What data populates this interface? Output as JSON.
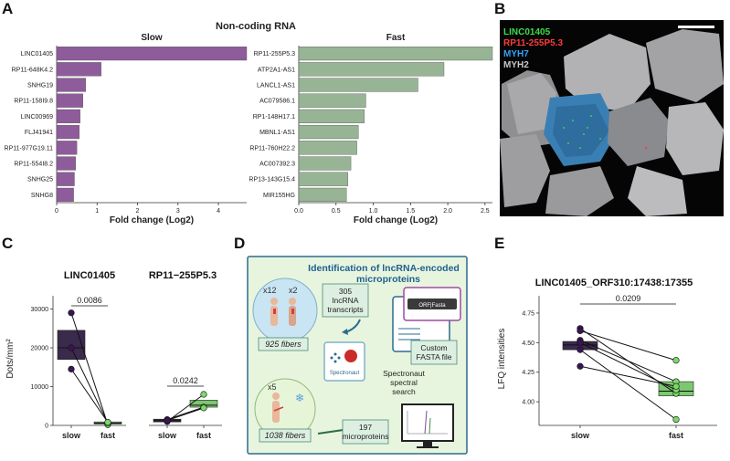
{
  "panels": {
    "a": "A",
    "b": "B",
    "c": "C",
    "d": "D",
    "e": "E"
  },
  "colors": {
    "slow_bar": "#8e5c9a",
    "fast_bar": "#97b594",
    "slow_box": "#3a2a4c",
    "fast_box": "#7cc870",
    "slow_dot": "#3a1555",
    "fast_dot": "#7bd86a"
  },
  "chart_data": [
    {
      "type": "bar",
      "panel": "A",
      "title": "Non-coding RNA",
      "subtitle": "Slow",
      "orientation": "horizontal",
      "categories": [
        "LINC01405",
        "RP11-648K4.2",
        "SNHG19",
        "RP11-158I9.8",
        "LINC00969",
        "FLJ41941",
        "RP11-977G19.11",
        "RP11-554I8.2",
        "SNHG25",
        "SNHG8"
      ],
      "values": [
        4.7,
        1.1,
        0.72,
        0.65,
        0.58,
        0.56,
        0.5,
        0.47,
        0.44,
        0.42
      ],
      "xlabel": "Fold change (Log2)",
      "xticks": [
        "0",
        "1",
        "2",
        "3",
        "4"
      ],
      "xlim": [
        0,
        4.7
      ]
    },
    {
      "type": "bar",
      "panel": "A",
      "subtitle": "Fast",
      "orientation": "horizontal",
      "categories": [
        "RP11-255P5.3",
        "ATP2A1-AS1",
        "LANCL1-AS1",
        "AC079586.1",
        "RP1-148H17.1",
        "MBNL1-AS1",
        "RP11-760H22.2",
        "AC007392.3",
        "RP13-143G15.4",
        "MIR155HG"
      ],
      "values": [
        2.6,
        1.95,
        1.6,
        0.9,
        0.88,
        0.8,
        0.78,
        0.7,
        0.66,
        0.64
      ],
      "xlabel": "Fold change (Log2)",
      "xticks": [
        "0.0",
        "0.5",
        "1.0",
        "1.5",
        "2.0",
        "2.5"
      ],
      "xlim": [
        0,
        2.6
      ]
    },
    {
      "type": "box",
      "panel": "C",
      "title": "LINC01405",
      "ylabel": "Dots/mm²",
      "yticks": [
        "0",
        "10000",
        "20000",
        "30000"
      ],
      "ylim": [
        0,
        32000
      ],
      "categories": [
        "slow",
        "fast"
      ],
      "boxes": [
        {
          "group": "slow",
          "q1": 17000,
          "median": 20000,
          "q3": 24500
        },
        {
          "group": "fast",
          "q1": 400,
          "median": 600,
          "q3": 900
        }
      ],
      "pairs": [
        [
          29000,
          200
        ],
        [
          20000,
          600
        ],
        [
          14500,
          800
        ]
      ],
      "pvalue": "0.0086"
    },
    {
      "type": "box",
      "panel": "C",
      "title": "RP11−255P5.3",
      "categories": [
        "slow",
        "fast"
      ],
      "boxes": [
        {
          "group": "slow",
          "q1": 900,
          "median": 1200,
          "q3": 1600
        },
        {
          "group": "fast",
          "q1": 4700,
          "median": 5200,
          "q3": 6500
        }
      ],
      "pairs": [
        [
          1000,
          8000
        ],
        [
          1500,
          4700
        ],
        [
          1300,
          4500
        ]
      ],
      "pvalue": "0.0242"
    },
    {
      "type": "box",
      "panel": "E",
      "title": "LINC01405_ORF310:17438:17355",
      "ylabel": "LFQ intensities",
      "yticks": [
        "4.00",
        "4.25",
        "4.50",
        "4.75"
      ],
      "ylim": [
        3.8,
        4.85
      ],
      "categories": [
        "slow",
        "fast"
      ],
      "boxes": [
        {
          "group": "slow",
          "q1": 4.44,
          "median": 4.48,
          "q3": 4.51
        },
        {
          "group": "fast",
          "q1": 4.05,
          "median": 4.09,
          "q3": 4.17
        }
      ],
      "pairs": [
        [
          4.62,
          4.07
        ],
        [
          4.6,
          4.35
        ],
        [
          4.52,
          4.17
        ],
        [
          4.5,
          4.1
        ],
        [
          4.44,
          3.85
        ],
        [
          4.3,
          4.13
        ]
      ],
      "pvalue": "0.0209"
    }
  ],
  "micrograph": {
    "legend": [
      {
        "label": "LINC01405",
        "color": "#3ddc4a"
      },
      {
        "label": "RP11-255P5.3",
        "color": "#ff3b3b"
      },
      {
        "label": "MYH7",
        "color": "#2fa4ff"
      },
      {
        "label": "MYH2",
        "color": "#c8c8c8"
      }
    ]
  },
  "diagram": {
    "title_line1": "Identification of lncRNA-encoded",
    "title_line2": "microproteins",
    "x12": "x12",
    "x2": "x2",
    "x5": "x5",
    "box_305": [
      "305",
      "lncRNA",
      "transcripts"
    ],
    "fibers_925": "925 fibers",
    "fibers_1038": "1038 fibers",
    "fasta": [
      "Custom",
      "FASTA file"
    ],
    "spectronaut": [
      "Spectronaut",
      "spectral",
      "search"
    ],
    "microproteins": [
      "197",
      "microproteins"
    ],
    "logo_text": "Spectronaut",
    "file_text": "ORF|Fasta"
  }
}
